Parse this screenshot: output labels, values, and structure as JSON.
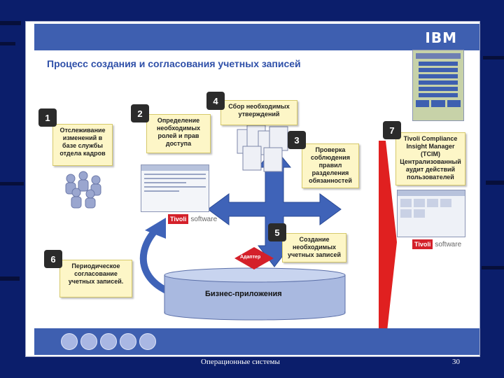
{
  "slide": {
    "logo": "IBM",
    "title": "Процесс создания и согласования учетных записей",
    "steps": [
      {
        "number": "1",
        "text": "Отслеживание изменений в базе службы отдела кадров"
      },
      {
        "number": "2",
        "text": "Определение необходимых ролей и прав доступа"
      },
      {
        "number": "3",
        "text": "Проверка соблюдения правил разделения обязанностей"
      },
      {
        "number": "4",
        "text": "Сбор необходимых утверждений"
      },
      {
        "number": "5",
        "text": "Создание необходимых учетных записей"
      },
      {
        "number": "6",
        "text": "Периодическое согласование учетных записей."
      },
      {
        "number": "7",
        "text": "Tivoli Compliance Insight Manager (TCIM) Централизованный аудит действий пользователей"
      }
    ],
    "adapter_label": "Адаптер",
    "business_apps": "Бизнес-приложения",
    "tivoli_brand": "Tivoli",
    "tivoli_software": "software"
  },
  "footer": {
    "course": "Операционные системы",
    "page": "30"
  },
  "colors": {
    "background": "#0b1e6b",
    "bar": "#3e5fb0",
    "arrow": "#3f63b8",
    "note": "#fdf6c7",
    "tivoli_red": "#d4202a",
    "red_arrow": "#e02020"
  }
}
